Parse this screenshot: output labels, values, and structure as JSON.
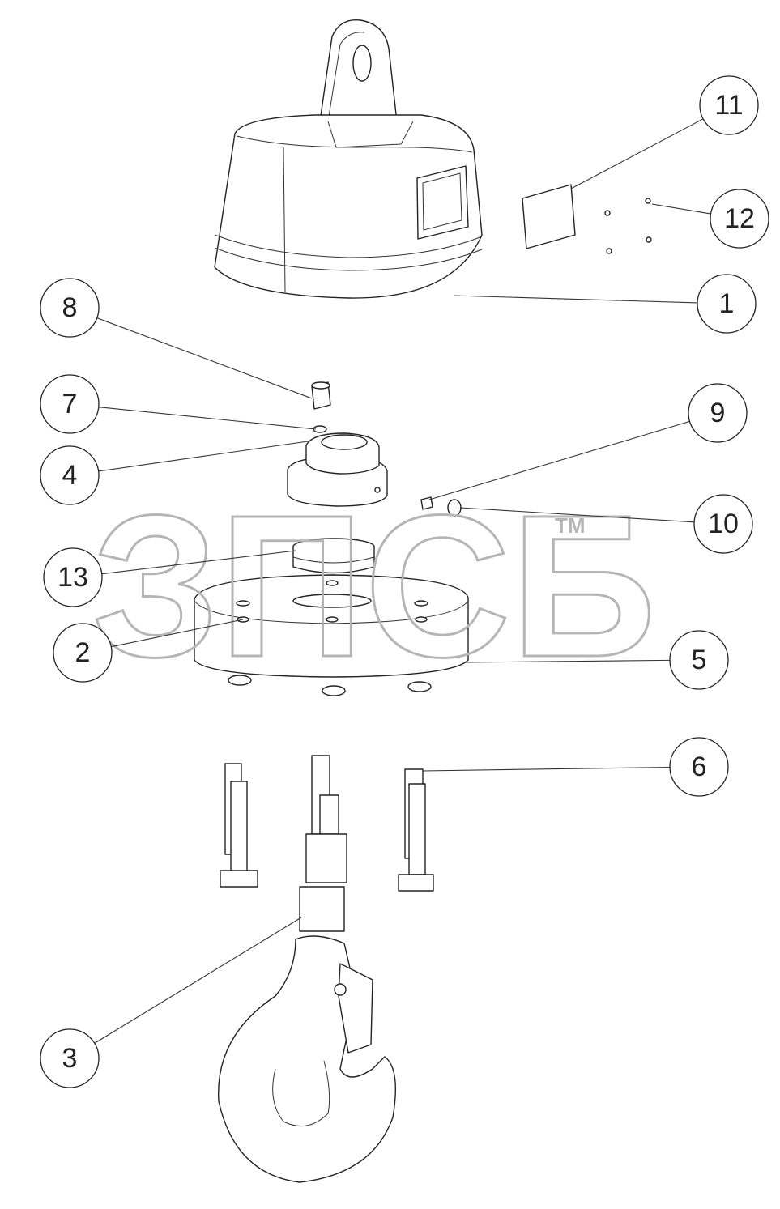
{
  "diagram": {
    "type": "exploded-assembly",
    "subject": "crane hook block with scale housing"
  },
  "watermark": {
    "text": "ЗПСБ",
    "trademark": "TM"
  },
  "callouts": [
    {
      "id": "1",
      "label": "1"
    },
    {
      "id": "2",
      "label": "2"
    },
    {
      "id": "3",
      "label": "3"
    },
    {
      "id": "4",
      "label": "4"
    },
    {
      "id": "5",
      "label": "5"
    },
    {
      "id": "6",
      "label": "6"
    },
    {
      "id": "7",
      "label": "7"
    },
    {
      "id": "8",
      "label": "8"
    },
    {
      "id": "9",
      "label": "9"
    },
    {
      "id": "10",
      "label": "10"
    },
    {
      "id": "11",
      "label": "11"
    },
    {
      "id": "12",
      "label": "12"
    },
    {
      "id": "13",
      "label": "13"
    }
  ],
  "colors": {
    "line": "#222222",
    "watermark": "#b5b5b5",
    "background": "#ffffff"
  }
}
